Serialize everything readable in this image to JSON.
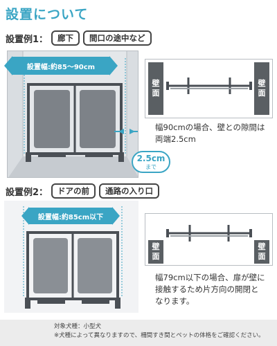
{
  "title": "設置について",
  "example1": {
    "label": "設置例1：",
    "tags": [
      "廊下",
      "間口の途中など"
    ],
    "width_banner": "設置幅:約85～90cm",
    "gap_value": "2.5cm",
    "gap_suffix": "まで",
    "wall_left": [
      "壁",
      "面"
    ],
    "wall_right": [
      "壁",
      "面"
    ],
    "desc_lines": [
      "幅90cmの場合、壁との隙間は",
      "両端2.5cm"
    ]
  },
  "example2": {
    "label": "設置例2：",
    "tags": [
      "ドアの前",
      "通路の入り口"
    ],
    "width_banner": "設置幅:約85cm以下",
    "wall_left": [
      "壁",
      "面"
    ],
    "wall_right": [
      "壁",
      "面"
    ],
    "desc_lines": [
      "幅79cm以下の場合、扉が壁に",
      "接触するため片方向の開閉と",
      "なります。"
    ]
  },
  "footer": {
    "line1": "対象犬種：小型犬",
    "line2": "※犬種によって異なりますので、柵間すき間とペットの体格をご確認ください。"
  },
  "colors": {
    "accent": "#3aa5c4",
    "wall": "#5a5f63",
    "gate_frame": "#4a4f55",
    "gate_mesh": "#7d8288"
  }
}
